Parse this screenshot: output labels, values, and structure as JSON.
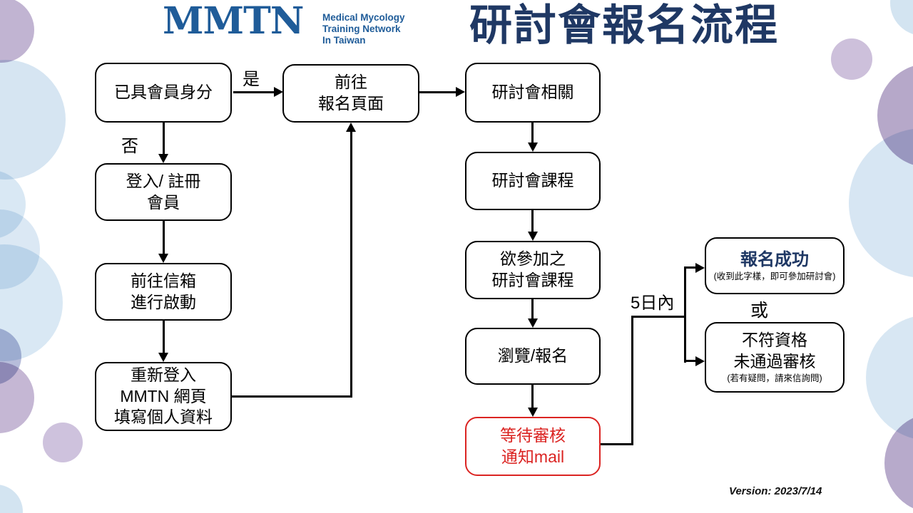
{
  "header": {
    "logo": {
      "acronym": "MMTN",
      "subtitle_lines": [
        "Medical Mycology",
        "Training Network",
        "In Taiwan"
      ]
    },
    "title": "研討會報名流程"
  },
  "flow": {
    "labels": {
      "yes": "是",
      "no": "否",
      "or": "或",
      "within_days": "5日內"
    },
    "nodes": [
      {
        "id": "member-status",
        "lines": [
          "已具會員身分"
        ]
      },
      {
        "id": "login-register",
        "lines": [
          "登入/ 註冊",
          "會員"
        ]
      },
      {
        "id": "activate-mail",
        "lines": [
          "前往信箱",
          "進行啟動"
        ]
      },
      {
        "id": "relogin-fill",
        "lines": [
          "重新登入",
          "MMTN 網頁",
          "填寫個人資料"
        ]
      },
      {
        "id": "goto-signup",
        "lines": [
          "前往",
          "報名頁面"
        ]
      },
      {
        "id": "seminar-related",
        "lines": [
          "研討會相關"
        ]
      },
      {
        "id": "seminar-course",
        "lines": [
          "研討會課程"
        ]
      },
      {
        "id": "desired-course",
        "lines": [
          "欲參加之",
          "研討會課程"
        ]
      },
      {
        "id": "browse-register",
        "lines": [
          "瀏覽/報名"
        ]
      },
      {
        "id": "wait-review",
        "lines": [
          "等待審核",
          "通知mail"
        ]
      },
      {
        "id": "success",
        "lines": [
          "報名成功"
        ],
        "note": "(收到此字樣，即可參加研討會)"
      },
      {
        "id": "rejected",
        "lines": [
          "不符資格",
          "未通過審核"
        ],
        "note": "(若有疑問，請來信詢問)"
      }
    ]
  },
  "colors": {
    "brand_blue": "#1f5c99",
    "title_navy": "#1f3864",
    "alert_red": "#db2422",
    "decor_blue": "#cfe1f0",
    "decor_purple": "#ab9bc2"
  },
  "footer": {
    "version": "Version: 2023/7/14"
  }
}
